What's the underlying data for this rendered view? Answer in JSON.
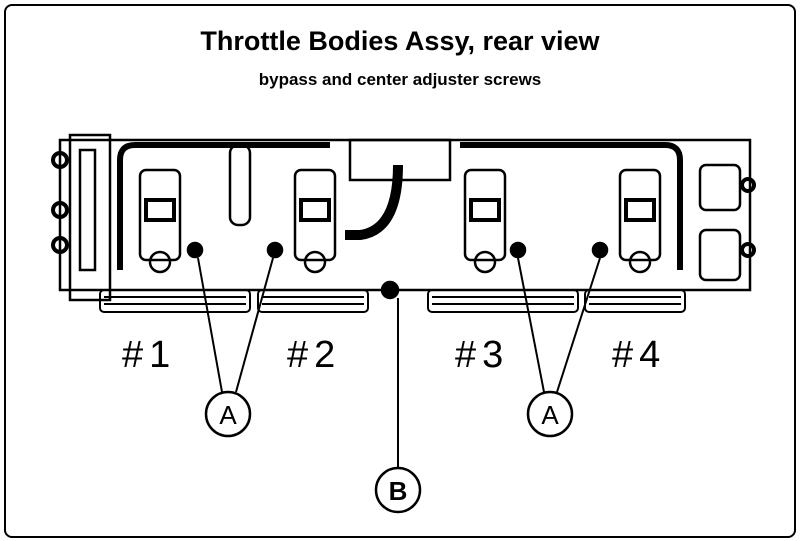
{
  "title": "Throttle Bodies Assy, rear view",
  "subtitle": "bypass and center adjuster screws",
  "cylinders": [
    "#1",
    "#2",
    "#3",
    "#4"
  ],
  "callouts": {
    "bypass_screw_left": "A",
    "bypass_screw_right": "A",
    "center_adjuster": "B"
  }
}
